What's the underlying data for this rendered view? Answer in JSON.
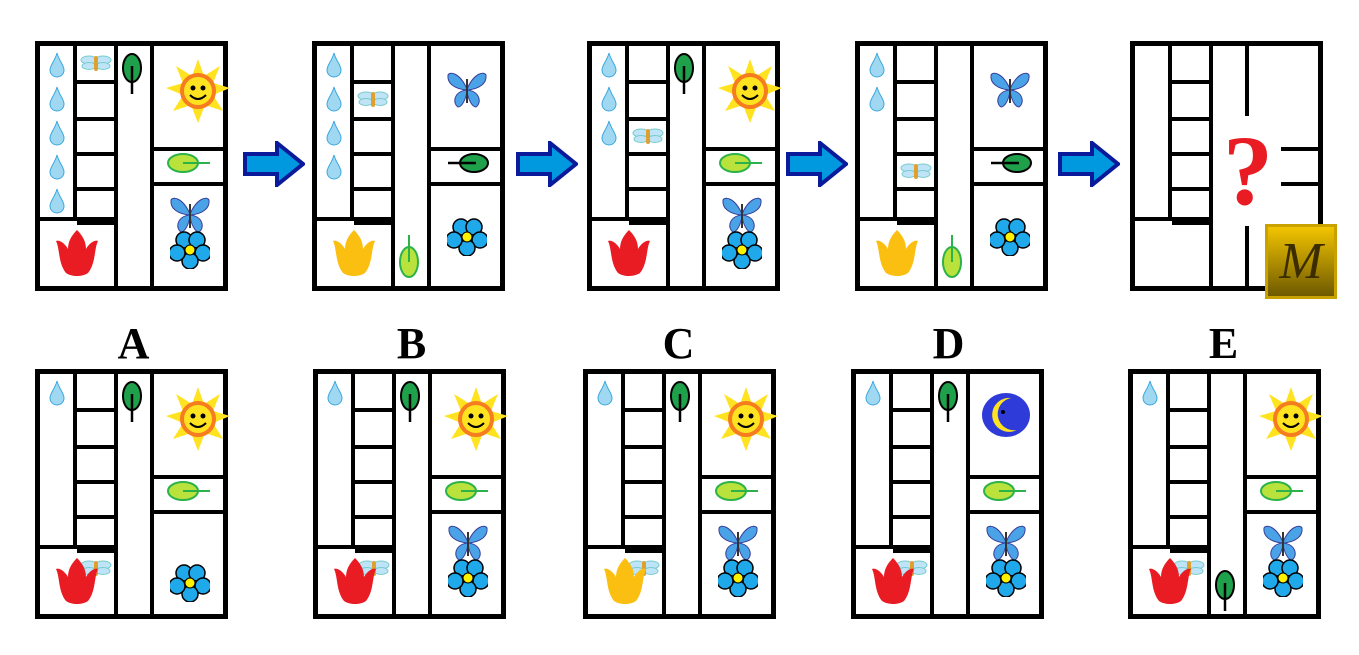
{
  "question_mark": "?",
  "logo_text": "M",
  "options": [
    {
      "label": "A"
    },
    {
      "label": "B"
    },
    {
      "label": "C"
    },
    {
      "label": "D"
    },
    {
      "label": "E"
    }
  ],
  "icons": [
    "water-drop",
    "dragonfly",
    "dark-leaf",
    "sun",
    "light-leaf",
    "butterfly",
    "flower",
    "tulip-red",
    "tulip-yellow",
    "moon",
    "arrow-right"
  ],
  "colors": {
    "arrow": "#0099e0",
    "arrow_border": "#0a1a9a",
    "tulip_red": "#e91c24",
    "tulip_yellow": "#fbbf12",
    "question": "#e91c24"
  }
}
